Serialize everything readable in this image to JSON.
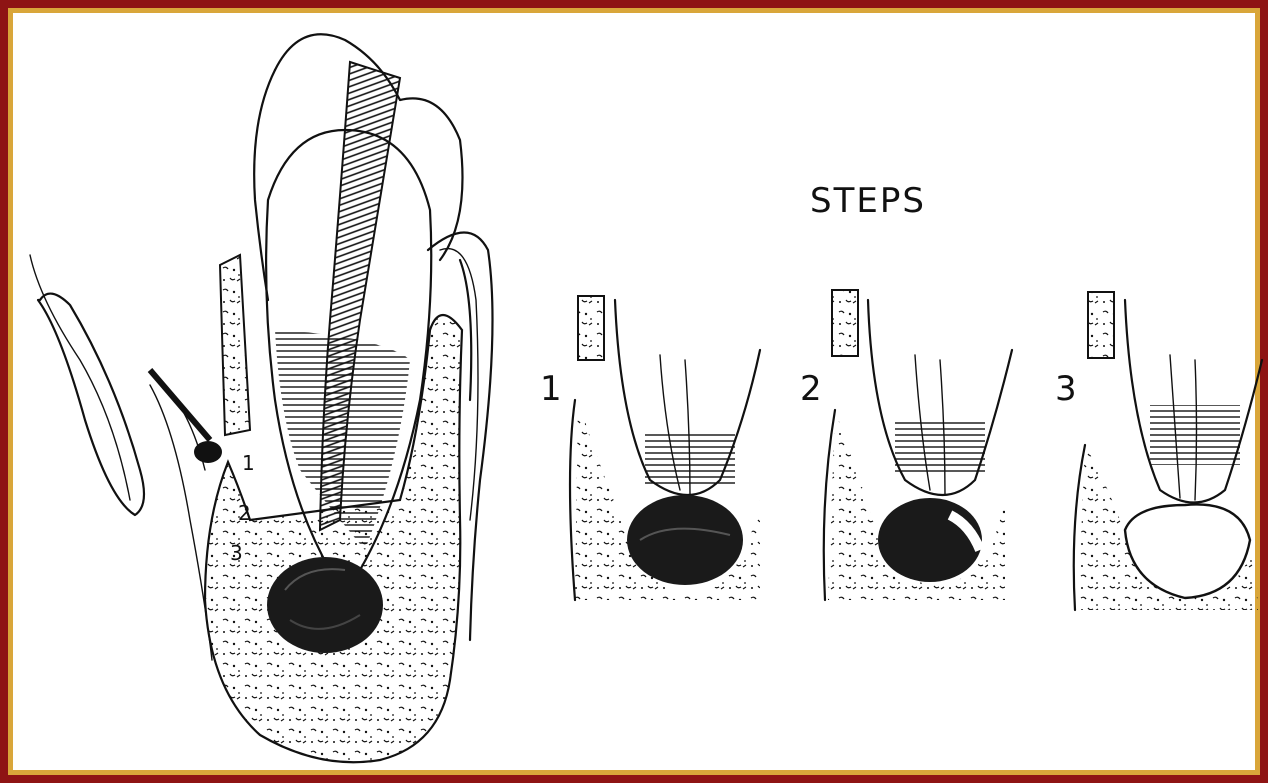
{
  "heading": "STEPS",
  "main_figure": {
    "region_labels": [
      "1",
      "2",
      "3"
    ]
  },
  "steps": [
    {
      "number": "1"
    },
    {
      "number": "2"
    },
    {
      "number": "3"
    }
  ],
  "colors": {
    "outer_frame": "#8e1414",
    "inner_border": "#d9a63a",
    "paper": "#ffffff",
    "ink": "#111111"
  }
}
